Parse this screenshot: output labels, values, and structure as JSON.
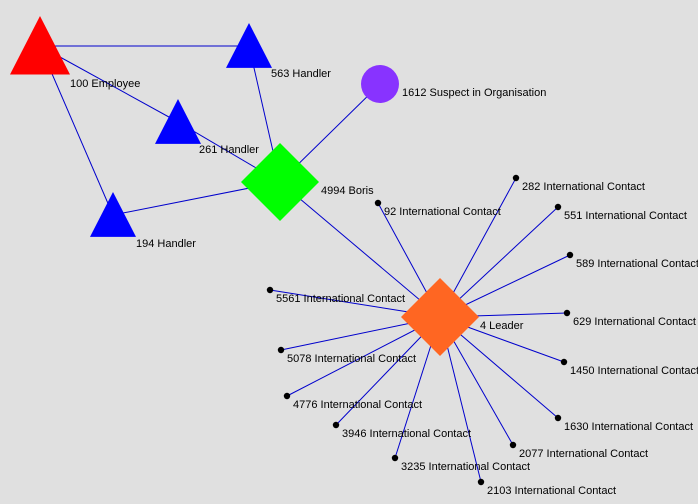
{
  "network": {
    "background": "#e0e0e0",
    "edge_color": "#0000cc",
    "nodes": [
      {
        "id": "100",
        "label": "100 Employee",
        "shape": "triangle",
        "size": "large",
        "color": "#ff0000"
      },
      {
        "id": "563",
        "label": "563 Handler",
        "shape": "triangle",
        "size": "medium",
        "color": "#0000ff"
      },
      {
        "id": "261",
        "label": "261 Handler",
        "shape": "triangle",
        "size": "medium",
        "color": "#0000ff"
      },
      {
        "id": "194",
        "label": "194 Handler",
        "shape": "triangle",
        "size": "medium",
        "color": "#0000ff"
      },
      {
        "id": "1612",
        "label": "1612 Suspect in Organisation",
        "shape": "circle",
        "size": "medium",
        "color": "#8833ff"
      },
      {
        "id": "4994",
        "label": "4994 Boris",
        "shape": "diamond",
        "size": "large",
        "color": "#00ff00"
      },
      {
        "id": "4",
        "label": "4 Leader",
        "shape": "diamond",
        "size": "large",
        "color": "#ff6622"
      },
      {
        "id": "92",
        "label": "92 International Contact",
        "shape": "dot",
        "size": "small",
        "color": "#000000"
      },
      {
        "id": "282",
        "label": "282 International Contact",
        "shape": "dot",
        "size": "small",
        "color": "#000000"
      },
      {
        "id": "551",
        "label": "551 International Contact",
        "shape": "dot",
        "size": "small",
        "color": "#000000"
      },
      {
        "id": "589",
        "label": "589 International Contact",
        "shape": "dot",
        "size": "small",
        "color": "#000000"
      },
      {
        "id": "629",
        "label": "629 International Contact",
        "shape": "dot",
        "size": "small",
        "color": "#000000"
      },
      {
        "id": "1450",
        "label": "1450 International Contact",
        "shape": "dot",
        "size": "small",
        "color": "#000000"
      },
      {
        "id": "1630",
        "label": "1630 International Contact",
        "shape": "dot",
        "size": "small",
        "color": "#000000"
      },
      {
        "id": "2077",
        "label": "2077 International Contact",
        "shape": "dot",
        "size": "small",
        "color": "#000000"
      },
      {
        "id": "2103",
        "label": "2103 International Contact",
        "shape": "dot",
        "size": "small",
        "color": "#000000"
      },
      {
        "id": "3235",
        "label": "3235 International Contact",
        "shape": "dot",
        "size": "small",
        "color": "#000000"
      },
      {
        "id": "3946",
        "label": "3946 International Contact",
        "shape": "dot",
        "size": "small",
        "color": "#000000"
      },
      {
        "id": "4776",
        "label": "4776 International Contact",
        "shape": "dot",
        "size": "small",
        "color": "#000000"
      },
      {
        "id": "5078",
        "label": "5078 International Contact",
        "shape": "dot",
        "size": "small",
        "color": "#000000"
      },
      {
        "id": "5561",
        "label": "5561 International Contact",
        "shape": "dot",
        "size": "small",
        "color": "#000000"
      }
    ],
    "edges": [
      [
        "100",
        "563"
      ],
      [
        "100",
        "261"
      ],
      [
        "100",
        "194"
      ],
      [
        "563",
        "4994"
      ],
      [
        "261",
        "4994"
      ],
      [
        "194",
        "4994"
      ],
      [
        "1612",
        "4994"
      ],
      [
        "4994",
        "4"
      ],
      [
        "4",
        "92"
      ],
      [
        "4",
        "282"
      ],
      [
        "4",
        "551"
      ],
      [
        "4",
        "589"
      ],
      [
        "4",
        "629"
      ],
      [
        "4",
        "1450"
      ],
      [
        "4",
        "1630"
      ],
      [
        "4",
        "2077"
      ],
      [
        "4",
        "2103"
      ],
      [
        "4",
        "3235"
      ],
      [
        "4",
        "3946"
      ],
      [
        "4",
        "4776"
      ],
      [
        "4",
        "5078"
      ],
      [
        "4",
        "5561"
      ]
    ]
  }
}
